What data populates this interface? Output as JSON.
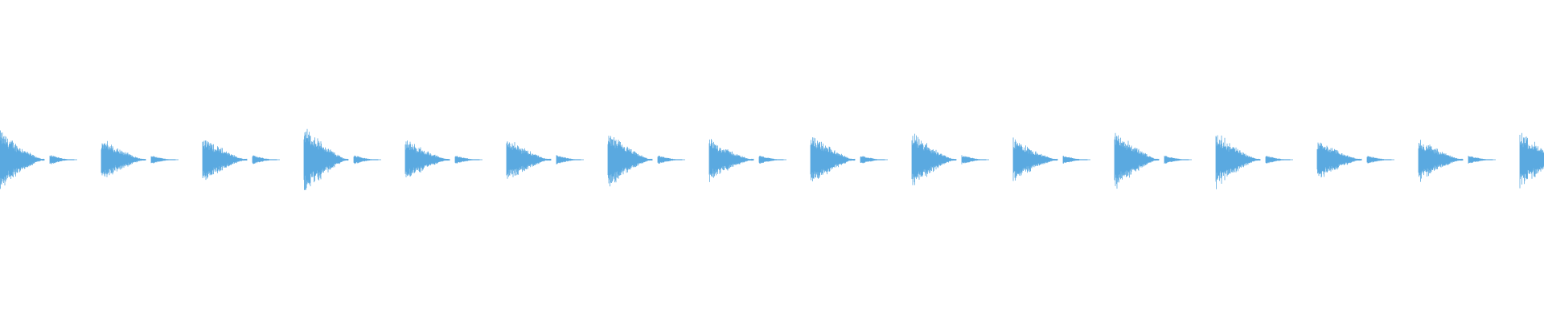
{
  "waveform": {
    "color": "#5aa9e0",
    "background": "#ffffff",
    "hits": [
      {
        "peak": 0.78,
        "tail_peak": 0.14
      },
      {
        "peak": 0.56,
        "tail_peak": 0.12
      },
      {
        "peak": 0.62,
        "tail_peak": 0.13
      },
      {
        "peak": 0.9,
        "tail_peak": 0.13
      },
      {
        "peak": 0.55,
        "tail_peak": 0.12
      },
      {
        "peak": 0.58,
        "tail_peak": 0.13
      },
      {
        "peak": 0.72,
        "tail_peak": 0.12
      },
      {
        "peak": 0.56,
        "tail_peak": 0.12
      },
      {
        "peak": 0.68,
        "tail_peak": 0.12
      },
      {
        "peak": 0.72,
        "tail_peak": 0.13
      },
      {
        "peak": 0.58,
        "tail_peak": 0.12
      },
      {
        "peak": 0.78,
        "tail_peak": 0.12
      },
      {
        "peak": 0.72,
        "tail_peak": 0.12
      },
      {
        "peak": 0.55,
        "tail_peak": 0.12
      },
      {
        "peak": 0.58,
        "tail_peak": 0.12
      },
      {
        "peak": 0.76,
        "tail_peak": 0.12
      }
    ]
  }
}
